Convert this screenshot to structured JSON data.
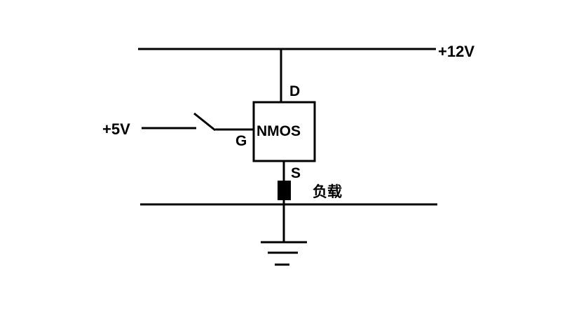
{
  "labels": {
    "supply_high": "+12V",
    "supply_gate": "+5V",
    "drain": "D",
    "gate": "G",
    "source": "S",
    "transistor": "NMOS",
    "load": "负载"
  },
  "colors": {
    "wire": "#000000",
    "background": "#ffffff"
  },
  "components": {
    "transistor_type": "nmos-box",
    "gate_switch": "spst-switch-open",
    "load_symbol": "filled-rectangle",
    "ground_symbol": "ground-icon"
  }
}
